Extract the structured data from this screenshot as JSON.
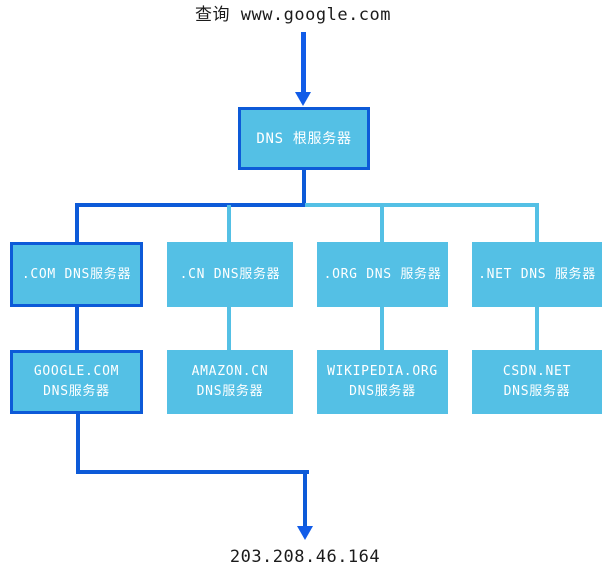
{
  "query_label": "查询 www.google.com",
  "result_ip": "203.208.46.164",
  "colors": {
    "highlight": "#0d5ad8",
    "arrow": "#115ce8",
    "light": "#54c0e5",
    "label": "#1b1b1b",
    "node_text": "#ffffff"
  },
  "nodes": {
    "root": {
      "label": "DNS 根服务器"
    },
    "tld": [
      {
        "label": ".COM DNS服务器"
      },
      {
        "label": ".CN DNS服务器"
      },
      {
        "label": ".ORG DNS 服务器"
      },
      {
        "label": ".NET DNS 服务器"
      }
    ],
    "auth": [
      {
        "line1": "GOOGLE.COM",
        "line2": "DNS服务器"
      },
      {
        "line1": "AMAZON.CN",
        "line2": "DNS服务器"
      },
      {
        "line1": "WIKIPEDIA.ORG",
        "line2": "DNS服务器"
      },
      {
        "line1": "CSDN.NET",
        "line2": "DNS服务器"
      }
    ]
  }
}
